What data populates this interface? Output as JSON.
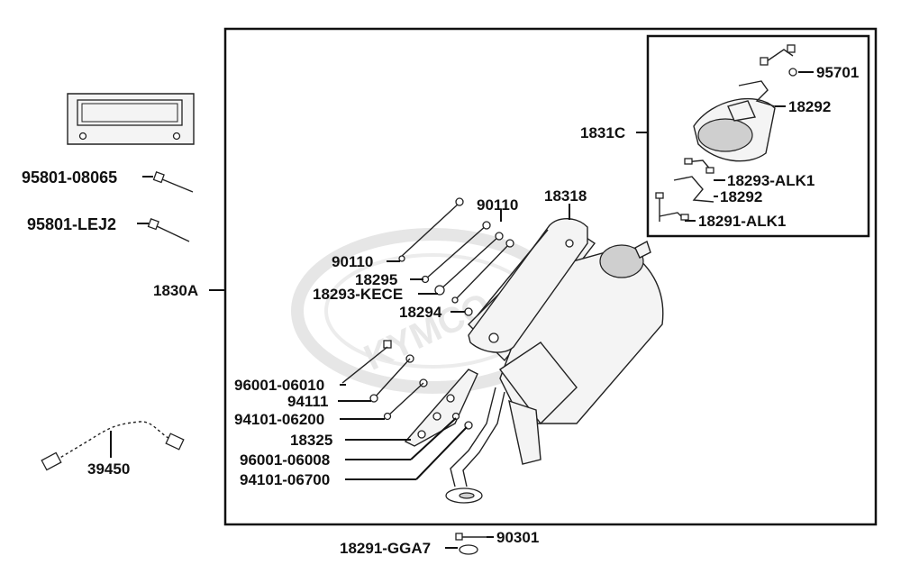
{
  "diagram": {
    "watermark": "KYMCO",
    "colors": {
      "line": "#111111",
      "watermark": "#e6e6e6"
    },
    "parts": [
      {
        "id": "p95801_08065",
        "label": "95801-08065"
      },
      {
        "id": "p95801_lej2",
        "label": "95801-LEJ2"
      },
      {
        "id": "p1830a",
        "label": "1830A"
      },
      {
        "id": "p39450",
        "label": "39450"
      },
      {
        "id": "p1831c",
        "label": "1831C"
      },
      {
        "id": "p95701",
        "label": "95701"
      },
      {
        "id": "p18292_top",
        "label": "18292"
      },
      {
        "id": "p18293_alk1",
        "label": "18293-ALK1"
      },
      {
        "id": "p18292_mid",
        "label": "18292"
      },
      {
        "id": "p18291_alk1",
        "label": "18291-ALK1"
      },
      {
        "id": "p90110_a",
        "label": "90110"
      },
      {
        "id": "p18318",
        "label": "18318"
      },
      {
        "id": "p90110_b",
        "label": "90110"
      },
      {
        "id": "p18295",
        "label": "18295"
      },
      {
        "id": "p18293_kece",
        "label": "18293-KECE"
      },
      {
        "id": "p18294",
        "label": "18294"
      },
      {
        "id": "p96001_06010",
        "label": "96001-06010"
      },
      {
        "id": "p94111",
        "label": "94111"
      },
      {
        "id": "p94101_06200",
        "label": "94101-06200"
      },
      {
        "id": "p18325",
        "label": "18325"
      },
      {
        "id": "p96001_06008",
        "label": "96001-06008"
      },
      {
        "id": "p94101_06700",
        "label": "94101-06700"
      },
      {
        "id": "p90301",
        "label": "90301"
      },
      {
        "id": "p18291_gga7",
        "label": "18291-GGA7"
      }
    ]
  }
}
